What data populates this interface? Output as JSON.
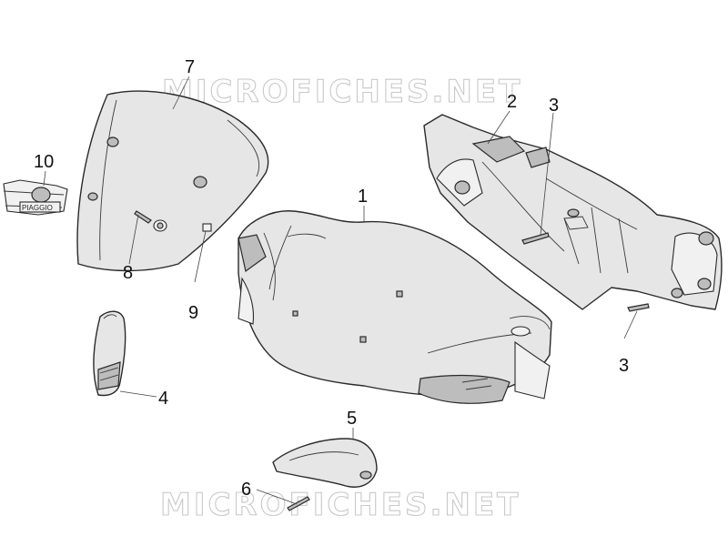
{
  "watermark": "MICROFICHES.NET",
  "callouts": [
    "1",
    "2",
    "3",
    "3",
    "4",
    "5",
    "6",
    "7",
    "8",
    "9",
    "10"
  ],
  "badge_text": "PIAGGIO",
  "colors": {
    "part_fill": "#e6e6e6",
    "outline": "#2a2a2a",
    "watermark": "#c9c9c9"
  }
}
